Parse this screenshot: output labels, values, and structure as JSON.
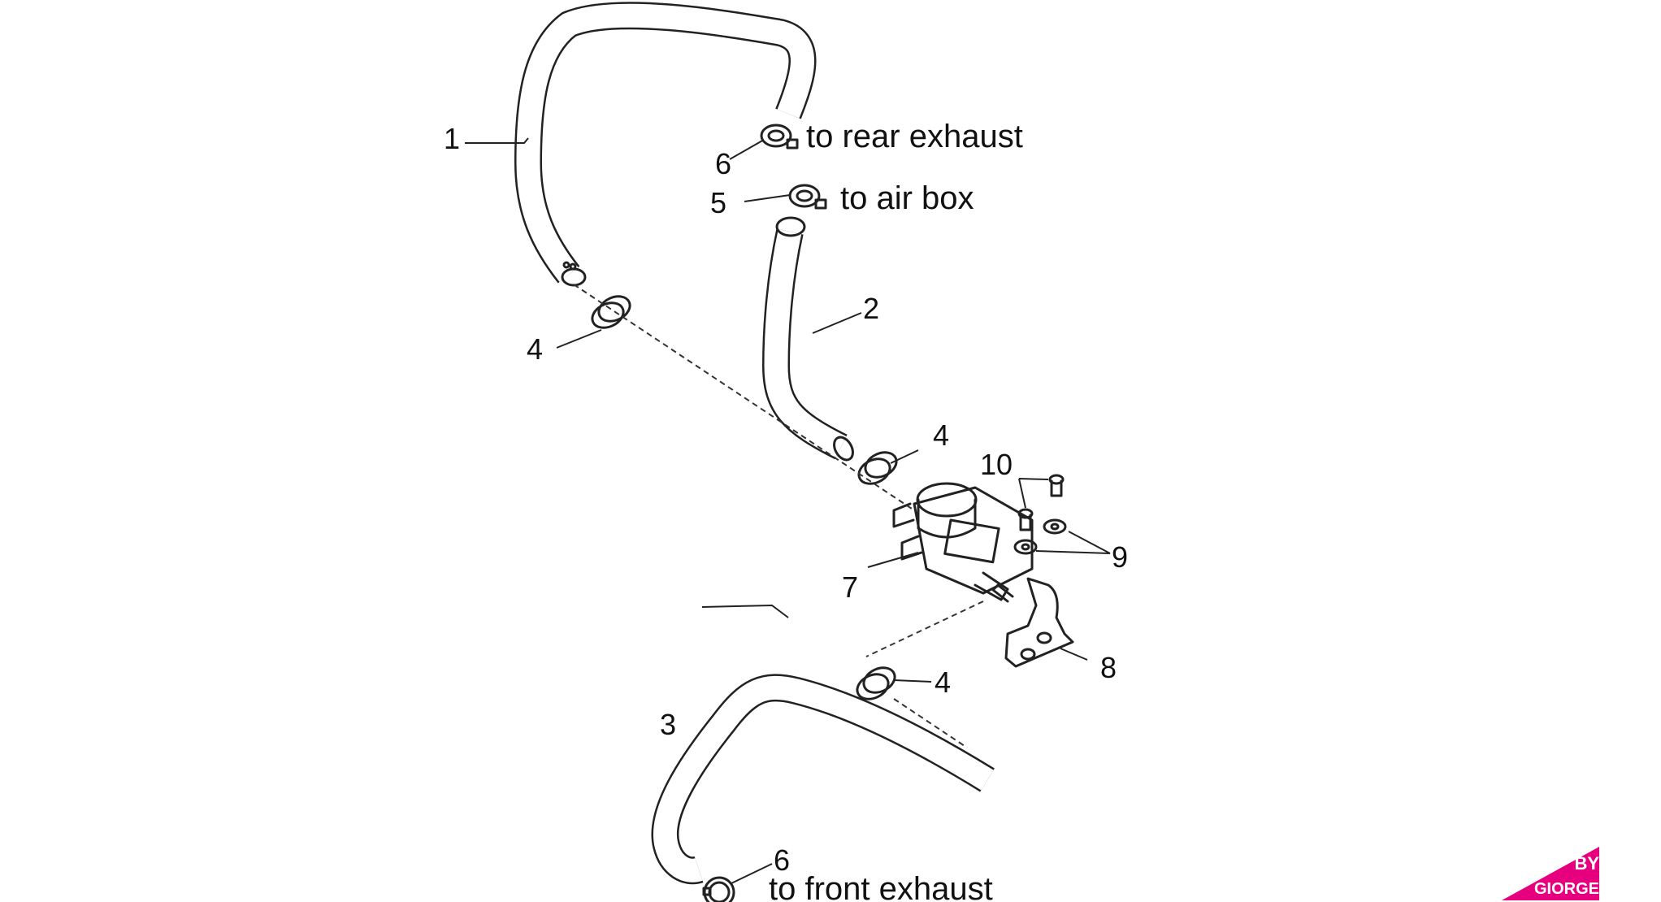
{
  "callouts": {
    "hose_1": "1",
    "hose_2": "2",
    "hose_3": "3",
    "clamp_4_upper": "4",
    "clamp_4_middle": "4",
    "clamp_4_lower": "4",
    "clamp_5": "5",
    "clamp_6_upper": "6",
    "clamp_6_lower": "6",
    "valve_7": "7",
    "bracket_8": "8",
    "washer_9": "9",
    "screw_10": "10"
  },
  "notes": {
    "rear_exhaust": "to rear exhaust",
    "air_box": "to air box",
    "front_exhaust": "to front exhaust"
  },
  "logo": {
    "line1": "BY",
    "line2": "GIORGE",
    "color": "#e6007e"
  }
}
